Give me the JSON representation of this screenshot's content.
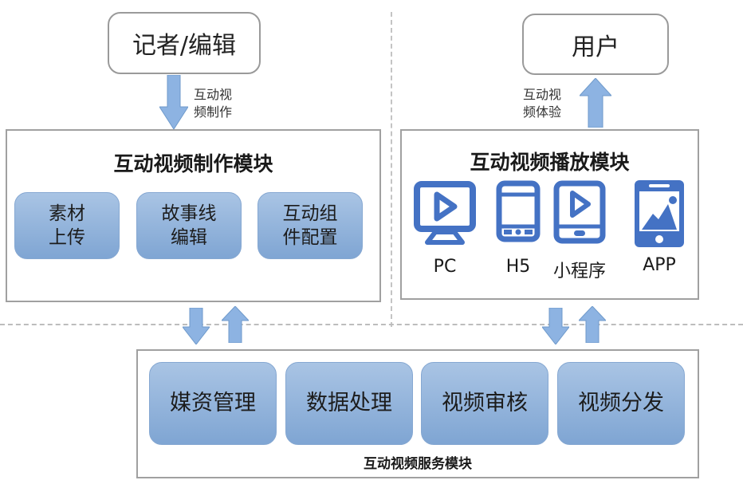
{
  "actors": {
    "editor": "记者/编辑",
    "user": "用户"
  },
  "flows": {
    "production_label_line1": "互动视",
    "production_label_line2": "频制作",
    "experience_label_line1": "互动视",
    "experience_label_line2": "频体验"
  },
  "production_module": {
    "title": "互动视频制作模块",
    "items": [
      {
        "line1": "素材",
        "line2": "上传"
      },
      {
        "line1": "故事线",
        "line2": "编辑"
      },
      {
        "line1": "互动组",
        "line2": "件配置"
      }
    ]
  },
  "playback_module": {
    "title": "互动视频播放模块",
    "platforms": [
      {
        "label": "PC",
        "icon": "monitor-play-icon"
      },
      {
        "label": "H5",
        "icon": "tablet-icon"
      },
      {
        "label": "小程序",
        "icon": "tablet-play-icon"
      },
      {
        "label": "APP",
        "icon": "phone-image-icon"
      }
    ]
  },
  "service_module": {
    "title": "互动视频服务模块",
    "items": [
      "媒资管理",
      "数据处理",
      "视频审核",
      "视频分发"
    ]
  },
  "colors": {
    "icon_blue": "#4472c4",
    "tile_top": "#a9c4e4",
    "tile_bottom": "#7fa5d3",
    "arrow_fill": "#8db3e2",
    "border_gray": "#a0a0a0"
  }
}
